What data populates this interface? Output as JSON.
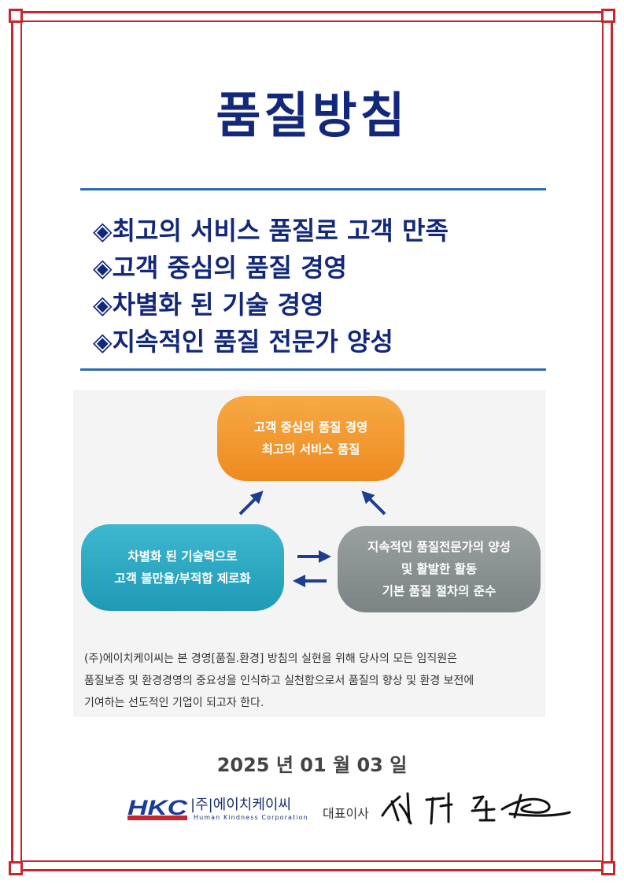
{
  "title": "품질방침",
  "policies": [
    "◈최고의 서비스 품질로 고객 만족",
    "◈고객 중심의 품질 경영",
    "◈차별화 된 기술 경영",
    "◈지속적인 품질 전문가 양성"
  ],
  "diagram": {
    "top_box": [
      "고객 중심의 품질 경영",
      "최고의 서비스 품질"
    ],
    "left_box": [
      "차별화 된 기술력으로",
      "고객 불만율/부적합 제로화"
    ],
    "right_box": [
      "지속적인 품질전문가의 양성",
      "및 활발한 활동",
      "기본 품질 절차의 준수"
    ]
  },
  "statement": [
    "(주)에이치케이씨는 본 경영[품질.환경] 방침의 실현을 위해 당사의 모든 임직원은",
    "품질보증 및 환경경영의 중요성을 인식하고 실천함으로서 품질의 향상 및 환경 보전에",
    "기여하는 선도적인 기업이 되고자 한다."
  ],
  "date": "2025 년 01 월 03 일",
  "footer": {
    "logo_text": "HKC",
    "company_name": "|주|에이치케이씨",
    "company_eng": "Human Kindness Corporation",
    "ceo_title": "대표이사"
  },
  "colors": {
    "frame": "#c8262d",
    "title": "#13287a",
    "rule": "#2b6bb3",
    "box_top": "#f19a2f",
    "box_left": "#29a6c1",
    "box_right": "#868d8f",
    "arrow": "#1d3d8f"
  }
}
